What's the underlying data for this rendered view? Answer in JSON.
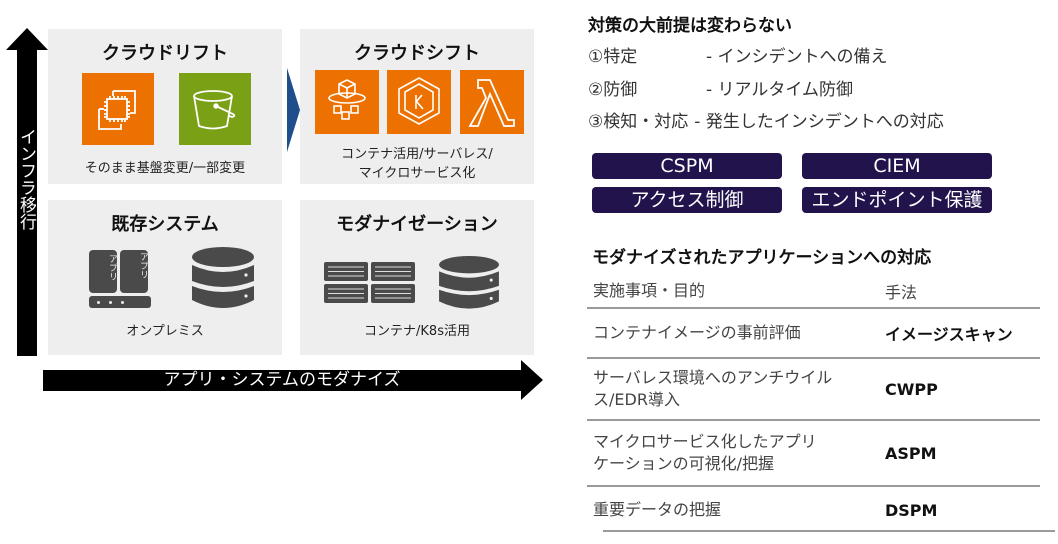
{
  "diagram": {
    "vertical_axis": {
      "label": "インフラ移行"
    },
    "horizontal_axis": {
      "label": "アプリ・システムのモダナイズ"
    },
    "colors": {
      "aws_orange": "#ed7100",
      "aws_green": "#7aa116",
      "chevron_blue": "#1f4e8c",
      "panel_bg": "#eeeeee",
      "icon_gray": "#4a4a4a"
    },
    "panels": {
      "cloud_lift": {
        "title": "クラウドリフト",
        "caption": "そのまま基盤変更/一部変更",
        "icons": [
          "ec2-instances-icon",
          "s3-bucket-icon"
        ]
      },
      "cloud_shift": {
        "title": "クラウドシフト",
        "caption_line1": "コンテナ活用/サーバレス/",
        "caption_line2": "マイクロサービス化",
        "icons": [
          "fargate-icon",
          "eks-kubernetes-icon",
          "lambda-icon"
        ],
        "k_letter": "K",
        "lambda_glyph": "λ"
      },
      "legacy": {
        "title": "既存システム",
        "caption": "オンプレミス",
        "app_label": "アプリ",
        "icons": [
          "app-server-icon",
          "database-icon"
        ]
      },
      "modernization": {
        "title": "モダナイゼーション",
        "caption": "コンテナ/K8s活用",
        "icons": [
          "container-grid-icon",
          "database-icon"
        ]
      }
    }
  },
  "premise": {
    "title": "対策の大前提は変わらない",
    "items": [
      {
        "num": "①特定",
        "desc": "- インシデントへの備え"
      },
      {
        "num": "②防御",
        "desc": "- リアルタイム防御"
      },
      {
        "num": "③検知・対応",
        "desc": "- 発生したインシデントへの対応"
      }
    ]
  },
  "badges": {
    "color": "#22134d",
    "items": [
      "CSPM",
      "CIEM",
      "アクセス制御",
      "エンドポイント保護"
    ]
  },
  "modern_apps": {
    "title": "モダナイズされたアプリケーションへの対応",
    "table": {
      "headers": [
        "実施事項・目的",
        "手法"
      ],
      "rows": [
        {
          "purpose_line1": "コンテナイメージの事前評価",
          "purpose_line2": "",
          "method": "イメージスキャン"
        },
        {
          "purpose_line1": "サーバレス環境へのアンチウイル",
          "purpose_line2": "ス/EDR導入",
          "method": "CWPP"
        },
        {
          "purpose_line1": "マイクロサービス化したアプリ",
          "purpose_line2": "ケーションの可視化/把握",
          "method": "ASPM"
        },
        {
          "purpose_line1": "重要データの把握",
          "purpose_line2": "",
          "method": "DSPM"
        }
      ]
    }
  }
}
